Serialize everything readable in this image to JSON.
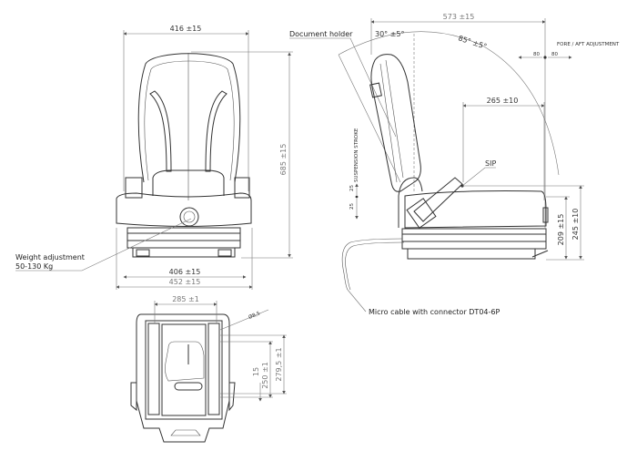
{
  "front_view": {
    "dim_width_top": "416 ±15",
    "dim_height": "685 ±15",
    "dim_width_base": "406 ±15",
    "dim_width_overall": "452 ±15",
    "weight_label_line1": "Weight adjustment",
    "weight_label_line2": "50-130 Kg"
  },
  "side_view": {
    "dim_length": "573 ±15",
    "document_holder_label": "Document holder",
    "angle_forward": "30° ±5°",
    "angle_back": "85° ±5°",
    "fore_aft_label": "FORE / AFT ADJUSTMENT",
    "fore_aft_left": "80",
    "fore_aft_right": "80",
    "dim_sip_depth": "265 ±10",
    "sip_label": "SIP",
    "suspension_label": "SUSPENSION STROKE",
    "suspension_up": "25",
    "suspension_down": "25",
    "dim_seat_height": "209 ±15",
    "dim_sip_height": "245 ±10",
    "cable_label": "Micro cable with connector DT04-6P"
  },
  "top_view": {
    "dim_width": "285 ±1",
    "dim_hole": "Ø8,5",
    "dim_15": "15",
    "dim_250": "250 ±1",
    "dim_279": "279,5 ±1"
  }
}
